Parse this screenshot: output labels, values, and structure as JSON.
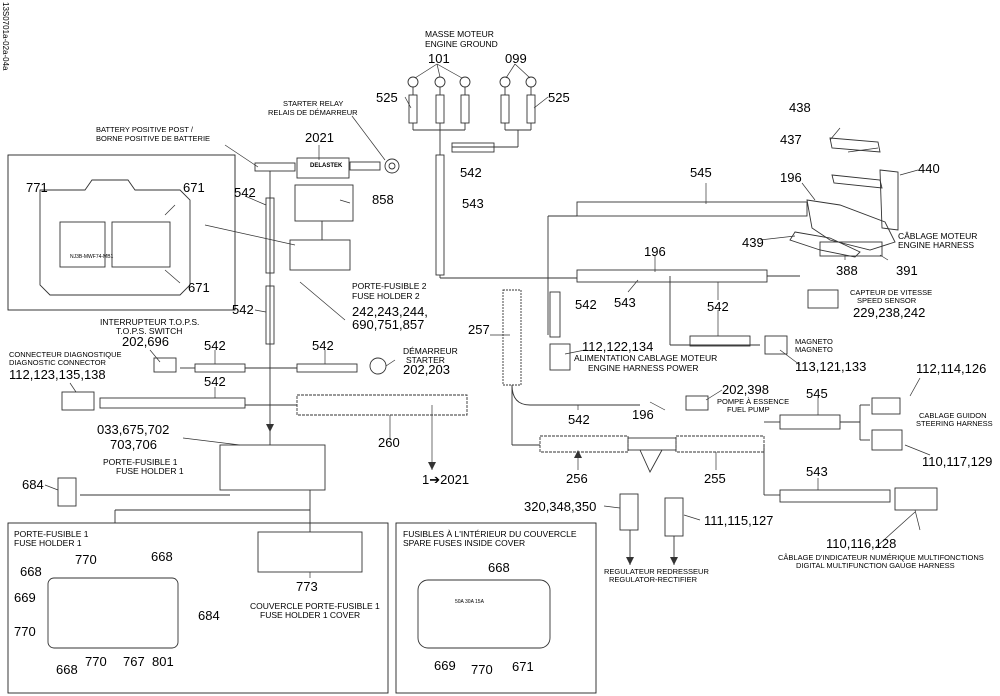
{
  "doc_id": "13S0701a-02a-04a",
  "labels": {
    "masse_fr": "MASSE MOTEUR",
    "masse_en": "ENGINE GROUND",
    "starter_relay_en": "STARTER RELAY",
    "starter_relay_fr": "RELAIS DE DÉMARREUR",
    "battery_en": "BATTERY POSITIVE POST /",
    "battery_fr": "BORNE POSITIVE DE BATTERIE",
    "delastek": "DELASTEK",
    "fuse2_fr": "PORTE-FUSIBLE 2",
    "fuse2_en": "FUSE HOLDER 2",
    "tops_fr": "INTERRUPTEUR T.O.P.S.",
    "tops_en": "T.O.P.S. SWITCH",
    "diag_fr": "CONNECTEUR DIAGNOSTIQUE",
    "diag_en": "DIAGNOSTIC CONNECTOR",
    "starter_fr": "DÉMARREUR",
    "starter_en": "STARTER",
    "fuse1_fr": "PORTE-FUSIBLE 1",
    "fuse1_en": "FUSE HOLDER 1",
    "engine_harness_fr": "CÂBLAGE MOTEUR",
    "engine_harness_en": "ENGINE HARNESS",
    "speed_fr": "CAPTEUR DE VITESSE",
    "speed_en": "SPEED SENSOR",
    "magneto_fr": "MAGNETO",
    "magneto_en": "MAGNETO",
    "power_fr": "ALIMENTATION CABLAGE MOTEUR",
    "power_en": "ENGINE HARNESS POWER",
    "pump_fr": "POMPE À ESSENCE",
    "pump_en": "FUEL PUMP",
    "steer_fr": "CABLAGE GUIDON",
    "steer_en": "STEERING HARNESS",
    "regulator_fr": "REGULATEUR REDRESSEUR",
    "regulator_en": "REGULATOR-RECTIFIER",
    "gauge_fr": "CÂBLAGE D'INDICATEUR NUMÉRIQUE MULTIFONCTIONS",
    "gauge_en": "DIGITAL MULTIFUNCTION GAUGE HARNESS",
    "cover_fr": "COUVERCLE PORTE-FUSIBLE 1",
    "cover_en": "FUSE HOLDER 1 COVER",
    "fh1_box_fr": "PORTE-FUSIBLE 1",
    "fh1_box_en": "FUSE HOLDER 1",
    "spare_fr": "FUSIBLES À L'INTÉRIEUR DU COUVERCLE",
    "spare_en": "SPARE FUSES INSIDE COVER"
  },
  "parts": {
    "p101": "101",
    "p099": "099",
    "p525a": "525",
    "p525b": "525",
    "p2021": "2021",
    "p542_a": "542",
    "p858": "858",
    "p543_a": "543",
    "p542_b": "542",
    "p438": "438",
    "p437": "437",
    "p440": "440",
    "p545_a": "545",
    "p196_a": "196",
    "p439": "439",
    "p388": "388",
    "p391": "391",
    "p196_b": "196",
    "p543_b": "543",
    "p542_c": "542",
    "p542_d": "542",
    "p229": "229,238,242",
    "p771": "771",
    "p671_a": "671",
    "p671_b": "671",
    "p542_e": "542",
    "p242": "242,243,244,",
    "p690": "690,751,857",
    "p257": "257",
    "p112_122": "112,122,134",
    "p113": "113,121,133",
    "p202_696": "202,696",
    "p542_f": "542",
    "p542_g": "542",
    "p112_123": "112,123,135,138",
    "p202_203": "202,203",
    "p542_h": "542",
    "p196_c": "196",
    "p202_398": "202,398",
    "p545_b": "545",
    "p112_114": "112,114,126",
    "p110_117": "110,117,129",
    "p033": "033,675,702",
    "p703": "703,706",
    "p260": "260",
    "p1_2021": "1➔2021",
    "p256": "256",
    "p255": "255",
    "p543_c": "543",
    "p684_a": "684",
    "p320": "320,348,350",
    "p111": "111,115,127",
    "p110_116": "110,116,128",
    "p773": "773",
    "p770_a": "770",
    "p668_a": "668",
    "p668_b": "668",
    "p669_a": "669",
    "p770_b": "770",
    "p684_b": "684",
    "p668_c": "668",
    "p770_c": "770",
    "p767": "767",
    "p801": "801",
    "p668_d": "668",
    "p669_b": "669",
    "p770_d": "770",
    "p671_c": "671"
  },
  "tiny_text": {
    "fuse_box_id": "NJ3B-MWF74-MB1",
    "spare_marks": "50A 30A 15A"
  }
}
